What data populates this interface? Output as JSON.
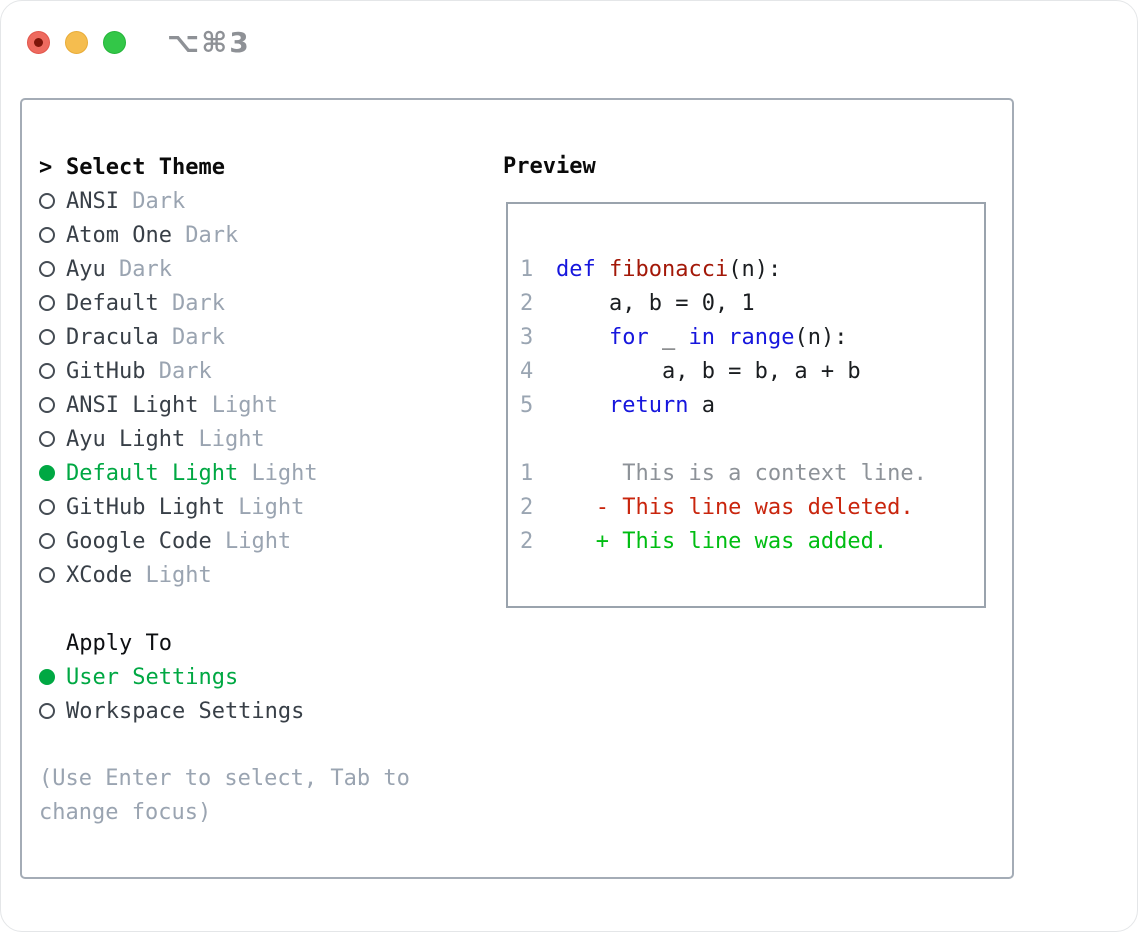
{
  "window": {
    "shortcut": "⌥⌘3",
    "traffic_lights": [
      "close",
      "minimize",
      "zoom"
    ]
  },
  "colors": {
    "selected_green": "#00a843",
    "added_green": "#00bd12",
    "deleted_red": "#c9250d",
    "keyword_blue": "#1616dd",
    "function_red": "#a31808",
    "muted_gray": "#9aa4b1",
    "panel_border": "#a4acb6",
    "traffic_red": "#ee6a5f",
    "traffic_yellow": "#f5bd4f",
    "traffic_green": "#33c748"
  },
  "theme_selector": {
    "prompt_char": ">",
    "title": "Select Theme",
    "items": [
      {
        "name": "ANSI",
        "variant": "Dark",
        "selected": false
      },
      {
        "name": "Atom One",
        "variant": "Dark",
        "selected": false
      },
      {
        "name": "Ayu",
        "variant": "Dark",
        "selected": false
      },
      {
        "name": "Default",
        "variant": "Dark",
        "selected": false
      },
      {
        "name": "Dracula",
        "variant": "Dark",
        "selected": false
      },
      {
        "name": "GitHub",
        "variant": "Dark",
        "selected": false
      },
      {
        "name": "ANSI Light",
        "variant": "Light",
        "selected": false
      },
      {
        "name": "Ayu Light",
        "variant": "Light",
        "selected": false
      },
      {
        "name": "Default Light",
        "variant": "Light",
        "selected": true
      },
      {
        "name": "GitHub Light",
        "variant": "Light",
        "selected": false
      },
      {
        "name": "Google Code",
        "variant": "Light",
        "selected": false
      },
      {
        "name": "XCode",
        "variant": "Light",
        "selected": false
      }
    ],
    "apply_to": {
      "title": "Apply To",
      "options": [
        {
          "label": "User Settings",
          "selected": true
        },
        {
          "label": "Workspace Settings",
          "selected": false
        }
      ]
    },
    "hint_line1": "(Use Enter to select, Tab to",
    "hint_line2": "change focus)"
  },
  "preview": {
    "title": "Preview",
    "lines": [
      {
        "num": "1",
        "segments": [
          [
            "kw",
            "def"
          ],
          [
            "plain",
            " "
          ],
          [
            "fn",
            "fibonacci"
          ],
          [
            "plain",
            "(n):"
          ]
        ]
      },
      {
        "num": "2",
        "segments": [
          [
            "plain",
            "    a, b = 0, 1"
          ]
        ]
      },
      {
        "num": "3",
        "segments": [
          [
            "plain",
            "    "
          ],
          [
            "kw",
            "for"
          ],
          [
            "plain",
            " _ "
          ],
          [
            "kw",
            "in"
          ],
          [
            "plain",
            " "
          ],
          [
            "kw",
            "range"
          ],
          [
            "plain",
            "(n):"
          ]
        ]
      },
      {
        "num": "4",
        "segments": [
          [
            "plain",
            "        a, b = b, a + b"
          ]
        ]
      },
      {
        "num": "5",
        "segments": [
          [
            "plain",
            "    "
          ],
          [
            "kw",
            "return"
          ],
          [
            "plain",
            " a"
          ]
        ]
      },
      {
        "num": "",
        "segments": []
      },
      {
        "num": "1",
        "segments": [
          [
            "ctx",
            "     This is a context line."
          ]
        ]
      },
      {
        "num": "2",
        "segments": [
          [
            "del",
            "   - This line was deleted."
          ]
        ]
      },
      {
        "num": "2",
        "segments": [
          [
            "add",
            "   + This line was added."
          ]
        ]
      }
    ]
  }
}
